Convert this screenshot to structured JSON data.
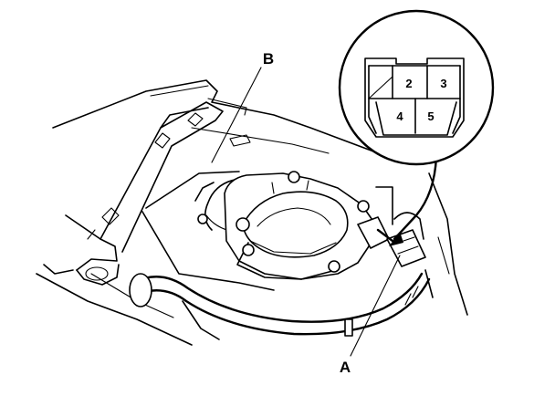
{
  "callouts": {
    "a": "A",
    "b": "B"
  },
  "connector": {
    "pins": [
      "2",
      "3",
      "4",
      "5"
    ]
  }
}
